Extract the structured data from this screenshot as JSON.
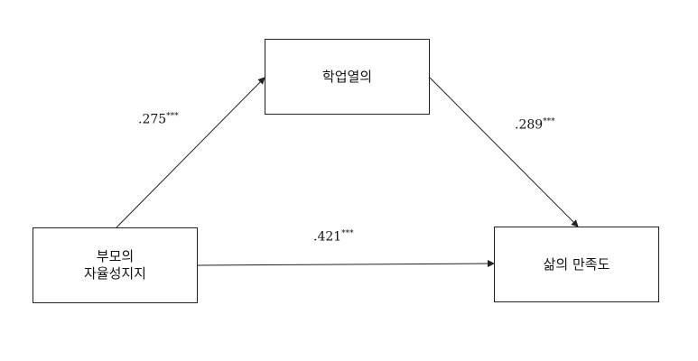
{
  "nodes": {
    "mediator": {
      "label": "학업열의"
    },
    "independent": {
      "label": "부모의\n자율성지지"
    },
    "dependent": {
      "label": "삶의 만족도"
    }
  },
  "paths": {
    "a": {
      "value": ".275",
      "significance": "***"
    },
    "b": {
      "value": ".289",
      "significance": "***"
    },
    "c": {
      "value": ".421",
      "significance": "***"
    }
  },
  "colors": {
    "line": "#222222",
    "box_border": "#222222",
    "text": "#111111"
  }
}
